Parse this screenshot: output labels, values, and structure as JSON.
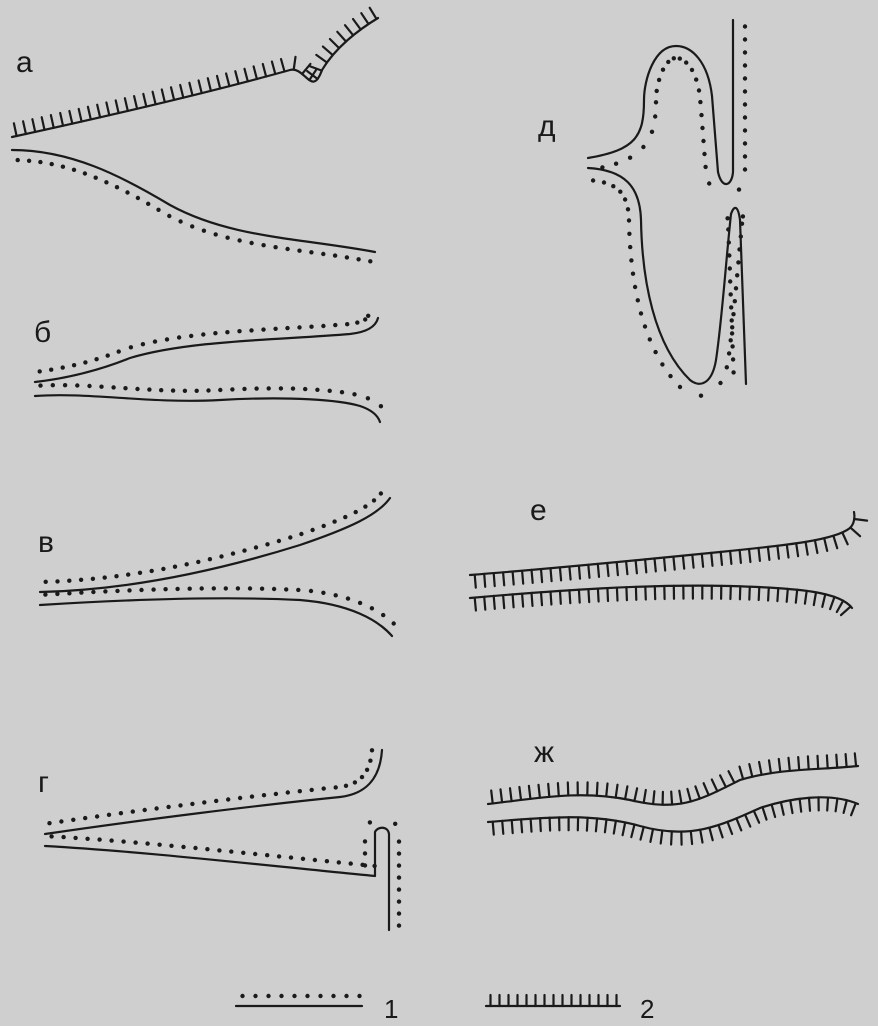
{
  "panels": {
    "a": "а",
    "b": "б",
    "v": "в",
    "g": "г",
    "d": "д",
    "e": "е",
    "zh": "ж"
  },
  "legend": {
    "item1": "1",
    "item2": "2"
  },
  "colors": {
    "background": "#cfcfcf",
    "ink": "#1a1a1a"
  }
}
